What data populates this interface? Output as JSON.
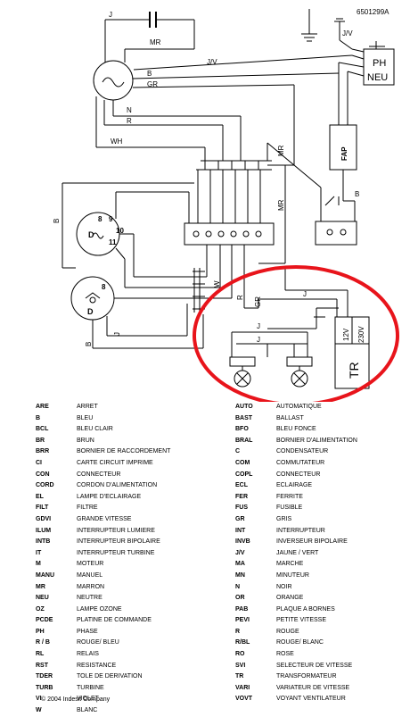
{
  "diagram": {
    "part_number": "6501299A",
    "wire_labels": {
      "j_top": "J",
      "mr_top": "MR",
      "jv": "J/V",
      "jv_right": "J/V",
      "b_motor": "B",
      "gr_motor": "GR",
      "n": "N",
      "r": "R",
      "wh": "WH",
      "mr_mid": "MR",
      "b_right": "B",
      "b_left": "B",
      "mr_lower": "MR",
      "w": "W",
      "r_lower": "R",
      "gr_lower": "GR",
      "b_lamp": "B",
      "j_lamp": "J",
      "j_tr": "J",
      "j_lamp1": "J",
      "j_lamp2": "J"
    },
    "components": {
      "ph": "PH",
      "neu": "NEU",
      "fap": "FAP",
      "switch_d1": "D",
      "switch_d2": "D",
      "pin_8": "8",
      "pin_9": "9",
      "pin_10": "10",
      "pin_11": "11",
      "pin_8b": "8",
      "v12": "12V",
      "v230": "230V",
      "tr": "TR"
    }
  },
  "legend_left": [
    {
      "code": "ARE",
      "desc": "ARRET"
    },
    {
      "code": "B",
      "desc": "BLEU"
    },
    {
      "code": "BCL",
      "desc": "BLEU CLAIR"
    },
    {
      "code": "BR",
      "desc": "BRUN"
    },
    {
      "code": "BRR",
      "desc": "BORNIER DE RACCORDEMENT"
    },
    {
      "code": "CI",
      "desc": "CARTE CIRCUIT IMPRIME"
    },
    {
      "code": "CON",
      "desc": "CONNECTEUR"
    },
    {
      "code": "CORD",
      "desc": "CORDON D'ALIMENTATION"
    },
    {
      "code": "EL",
      "desc": "LAMPE D'ECLAIRAGE"
    },
    {
      "code": "FILT",
      "desc": "FILTRE"
    },
    {
      "code": "GDVI",
      "desc": "GRANDE VITESSE"
    },
    {
      "code": "ILUM",
      "desc": "INTERRUPTEUR LUMIERE"
    },
    {
      "code": "INTB",
      "desc": "INTERRUPTEUR BIPOLAIRE"
    },
    {
      "code": "IT",
      "desc": "INTERRUPTEUR TURBINE"
    },
    {
      "code": "M",
      "desc": "MOTEUR"
    },
    {
      "code": "MANU",
      "desc": "MANUEL"
    },
    {
      "code": "MR",
      "desc": "MARRON"
    },
    {
      "code": "NEU",
      "desc": "NEUTRE"
    },
    {
      "code": "OZ",
      "desc": "LAMPE OZONE"
    },
    {
      "code": "PCDE",
      "desc": "PLATINE DE COMMANDE"
    },
    {
      "code": "PH",
      "desc": "PHASE"
    },
    {
      "code": "R / B",
      "desc": "ROUGE/ BLEU"
    },
    {
      "code": "RL",
      "desc": "RELAIS"
    },
    {
      "code": "RST",
      "desc": "RESISTANCE"
    },
    {
      "code": "TDER",
      "desc": "TOLE DE DERIVATION"
    },
    {
      "code": "TURB",
      "desc": "TURBINE"
    },
    {
      "code": "VI",
      "desc": "VIOLET"
    },
    {
      "code": "W",
      "desc": "BLANC"
    }
  ],
  "legend_right": [
    {
      "code": "AUTO",
      "desc": "AUTOMATIQUE"
    },
    {
      "code": "BAST",
      "desc": "BALLAST"
    },
    {
      "code": "BFO",
      "desc": "BLEU FONCE"
    },
    {
      "code": "BRAL",
      "desc": "BORNIER D'ALIMENTATION"
    },
    {
      "code": "C",
      "desc": "CONDENSATEUR"
    },
    {
      "code": "COM",
      "desc": "COMMUTATEUR"
    },
    {
      "code": "COPL",
      "desc": "CONNECTEUR"
    },
    {
      "code": "ECL",
      "desc": "ECLAIRAGE"
    },
    {
      "code": "FER",
      "desc": "FERRITE"
    },
    {
      "code": "FUS",
      "desc": "FUSIBLE"
    },
    {
      "code": "GR",
      "desc": "GRIS"
    },
    {
      "code": "INT",
      "desc": "INTERRUPTEUR"
    },
    {
      "code": "INVB",
      "desc": "INVERSEUR BIPOLAIRE"
    },
    {
      "code": "J/V",
      "desc": "JAUNE / VERT"
    },
    {
      "code": "MA",
      "desc": "MARCHE"
    },
    {
      "code": "MN",
      "desc": "MINUTEUR"
    },
    {
      "code": "N",
      "desc": "NOIR"
    },
    {
      "code": "OR",
      "desc": "ORANGE"
    },
    {
      "code": "PAB",
      "desc": "PLAQUE A BORNES"
    },
    {
      "code": "PEVI",
      "desc": "PETITE VITESSE"
    },
    {
      "code": "R",
      "desc": "ROUGE"
    },
    {
      "code": "R/BL",
      "desc": "ROUGE/ BLANC"
    },
    {
      "code": "RO",
      "desc": "ROSE"
    },
    {
      "code": "SVI",
      "desc": "SELECTEUR DE VITESSE"
    },
    {
      "code": "TR",
      "desc": "TRANSFORMATEUR"
    },
    {
      "code": "VARI",
      "desc": "VARIATEUR DE VITESSE"
    },
    {
      "code": "VOVT",
      "desc": "VOYANT VENTILATEUR"
    }
  ],
  "copyright": "© 2004 Indesit Company",
  "colors": {
    "highlight": "#e8141b",
    "ink": "#000000"
  }
}
